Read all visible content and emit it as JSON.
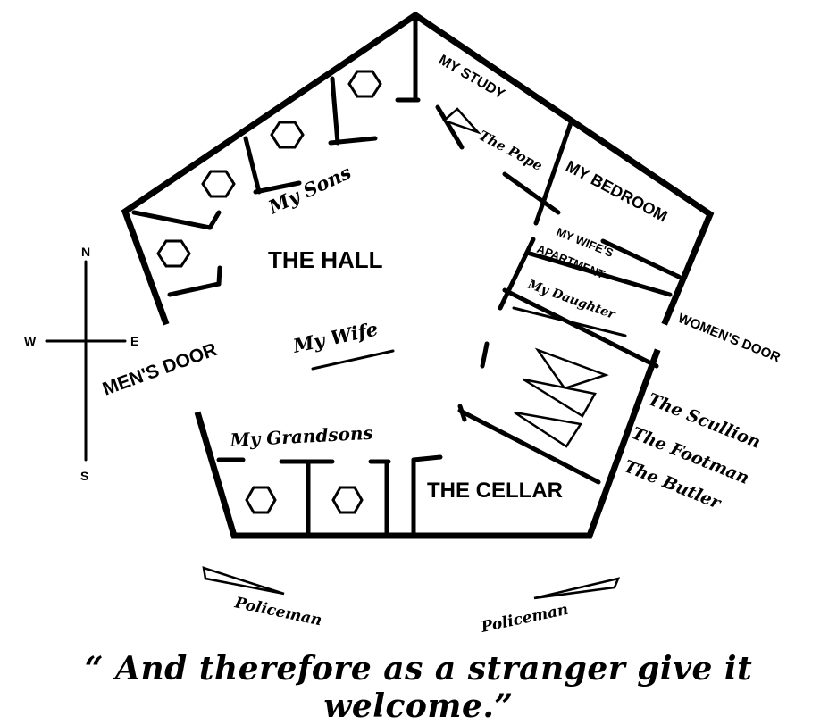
{
  "rooms": {
    "hall": "THE HALL",
    "study": "MY STUDY",
    "bedroom": "MY BEDROOM",
    "wifes_apartment_1": "MY WIFE'S",
    "wifes_apartment_2": "APARTMENT",
    "cellar": "THE CELLAR"
  },
  "doors": {
    "mens": "MEN'S DOOR",
    "womens": "WOMEN'S DOOR"
  },
  "people": {
    "sons": "My Sons",
    "wife": "My Wife",
    "grandsons": "My Grandsons",
    "pope": "The Pope",
    "daughter": "My Daughter",
    "scullion": "The Scullion",
    "footman": "The Footman",
    "butler": "The Butler",
    "policeman_left": "Policeman",
    "policeman_right": "Policeman"
  },
  "compass": {
    "n": "N",
    "s": "S",
    "e": "E",
    "w": "W"
  },
  "caption": "“ And therefore as a stranger give it welcome.”"
}
